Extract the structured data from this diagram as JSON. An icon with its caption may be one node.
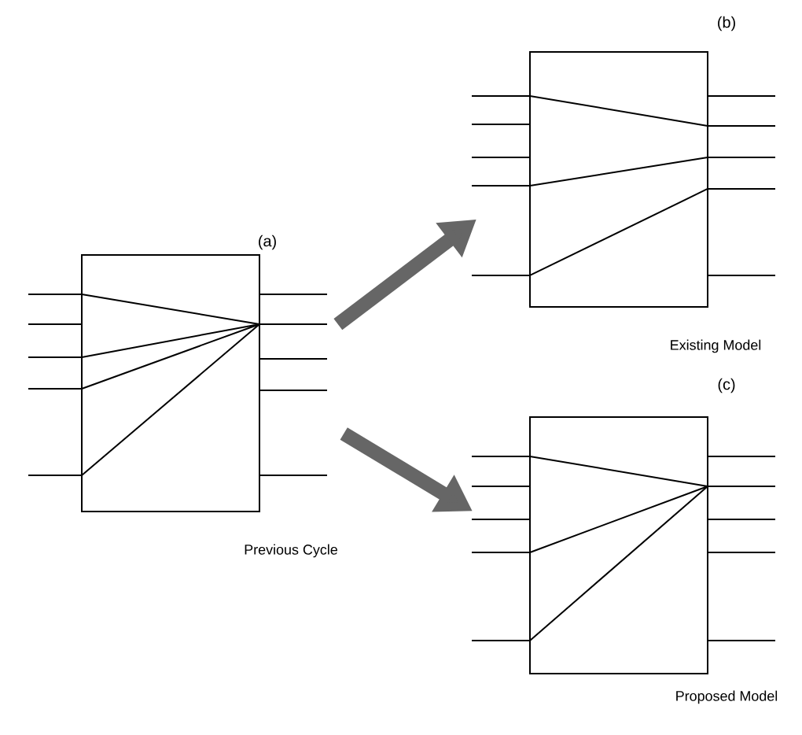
{
  "diagram": {
    "nodes": [
      {
        "text": [
          "(a)"
        ],
        "beside": [
          "Previous Cycle"
        ]
      },
      {
        "text": [
          "(b)"
        ],
        "beside": [
          "Existing Model"
        ]
      },
      {
        "text": [
          "(c)"
        ],
        "beside": [
          "Proposed Model"
        ]
      }
    ],
    "edges": [
      {
        "from": 0,
        "to": 1,
        "arrow": "to"
      },
      {
        "from": 0,
        "to": 2,
        "arrow": "to"
      }
    ]
  }
}
